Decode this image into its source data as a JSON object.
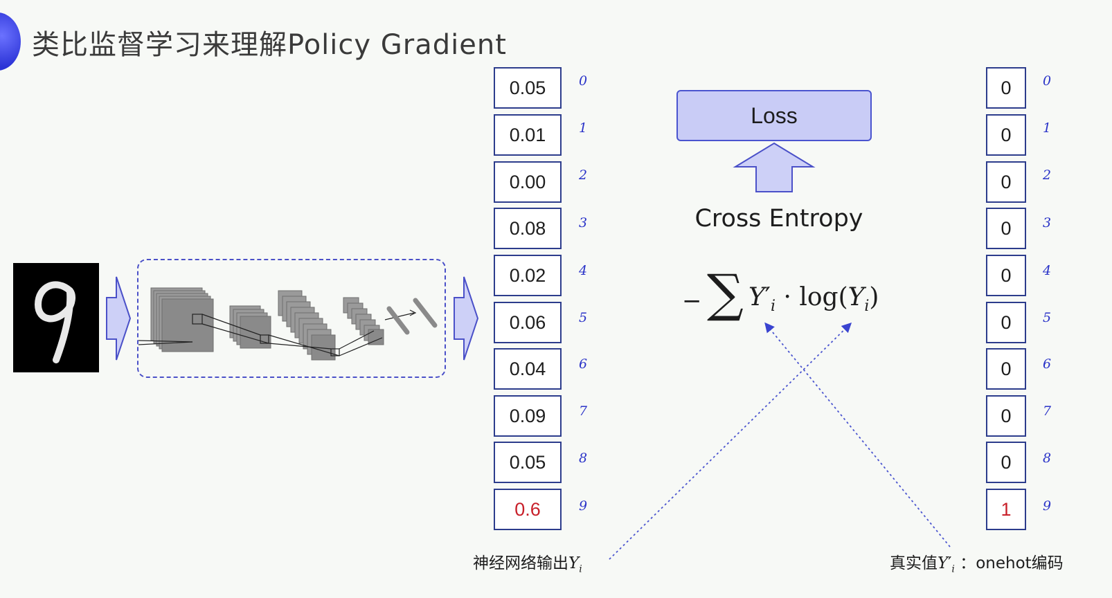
{
  "title": "类比监督学习来理解Policy Gradient",
  "network_output": [
    "0.05",
    "0.01",
    "0.00",
    "0.08",
    "0.02",
    "0.06",
    "0.04",
    "0.09",
    "0.05",
    "0.6"
  ],
  "onehot_target": [
    "0",
    "0",
    "0",
    "0",
    "0",
    "0",
    "0",
    "0",
    "0",
    "1"
  ],
  "indices": [
    "0",
    "1",
    "2",
    "3",
    "4",
    "5",
    "6",
    "7",
    "8",
    "9"
  ],
  "highlight_index": 9,
  "loss_label": "Loss",
  "cross_entropy_label": "Cross Entropy",
  "formula": {
    "minus": "−",
    "sigma": "∑",
    "y_prime": "Y",
    "prime": "′",
    "subscript_i": "i",
    "dot_log": " · log(",
    "y": "Y",
    "close": ")"
  },
  "labels": {
    "network_output_text": "神经网络输出",
    "network_output_var": "Y",
    "network_output_sub": "i",
    "truth_text": "真实值",
    "truth_var": "Y",
    "truth_prime": "′",
    "truth_sub": "i",
    "truth_suffix": " ：onehot编码"
  },
  "colors": {
    "accent": "#4a50c8",
    "highlight": "#c8202a",
    "loss_fill": "#c9ccf6",
    "arrow_fill": "#cdd0f7",
    "cell_border": "#2c3c8c"
  }
}
